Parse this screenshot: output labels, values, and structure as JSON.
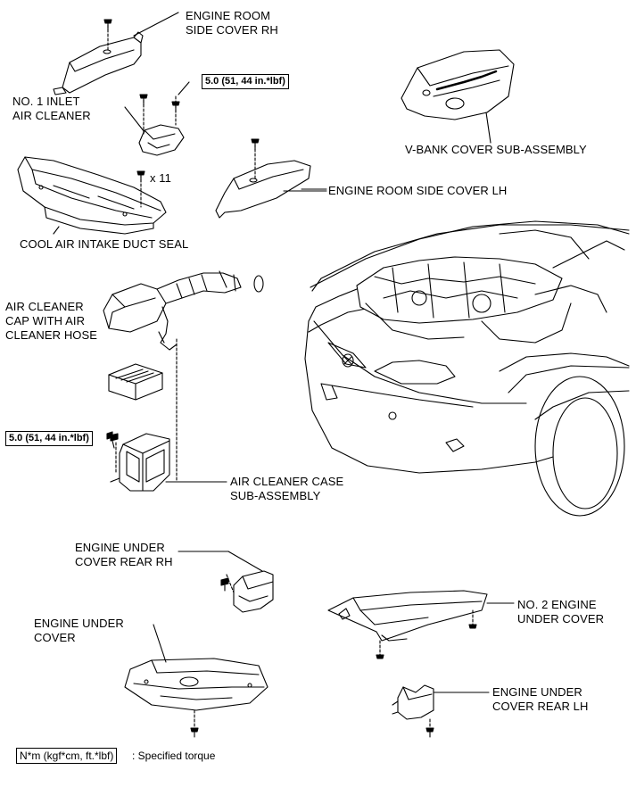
{
  "labels": {
    "engine_room_side_cover_rh": [
      "ENGINE ROOM",
      "SIDE COVER RH"
    ],
    "no1_inlet_air_cleaner": [
      "NO. 1 INLET",
      "AIR CLEANER"
    ],
    "v_bank_cover": "V-BANK COVER SUB-ASSEMBLY",
    "engine_room_side_cover_lh": "ENGINE ROOM SIDE COVER LH",
    "cool_air_intake_duct_seal": "COOL AIR INTAKE DUCT SEAL",
    "bolt_count": "x 11",
    "air_cleaner_cap": [
      "AIR CLEANER",
      "CAP WITH AIR",
      "CLEANER HOSE"
    ],
    "air_cleaner_case": [
      "AIR CLEANER CASE",
      "SUB-ASSEMBLY"
    ],
    "engine_under_cover_rear_rh": [
      "ENGINE UNDER",
      "COVER REAR RH"
    ],
    "engine_under_cover": [
      "ENGINE UNDER",
      "COVER"
    ],
    "no2_engine_under_cover": [
      "NO. 2 ENGINE",
      "UNDER COVER"
    ],
    "engine_under_cover_rear_lh": [
      "ENGINE UNDER",
      "COVER REAR LH"
    ]
  },
  "torques": {
    "upper": "5.0 (51, 44 in.*lbf)",
    "lower": "5.0 (51, 44 in.*lbf)"
  },
  "legend": {
    "unit": "N*m (kgf*cm, ft.*lbf)",
    "text": ": Specified torque"
  }
}
